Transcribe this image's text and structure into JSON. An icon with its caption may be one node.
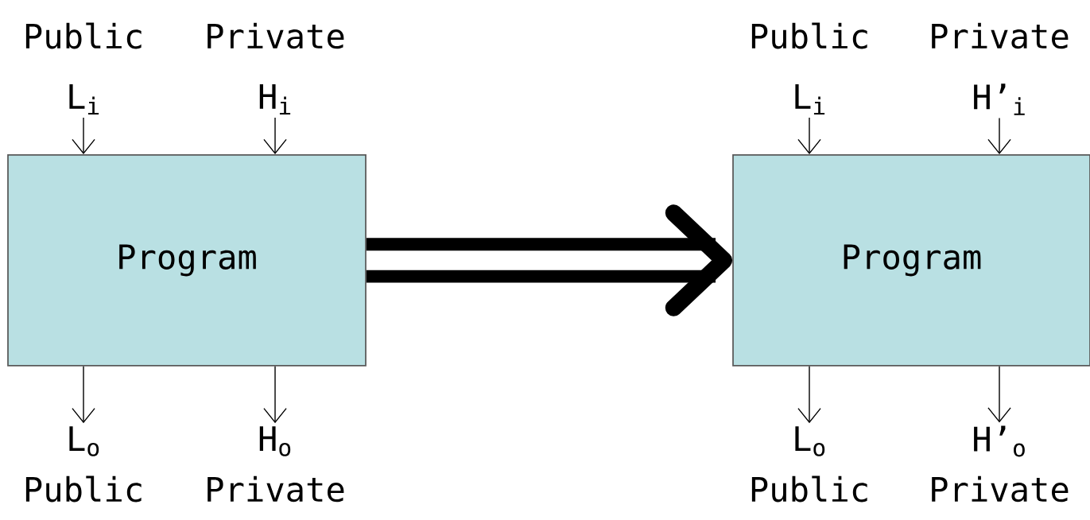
{
  "diagram": {
    "nodes": [
      {
        "text": [
          "Program"
        ]
      },
      {
        "text": [
          "L$_{i}$"
        ],
        "beside": [
          "Public"
        ]
      },
      {
        "text": [
          "H$_{i}$"
        ],
        "beside": [
          "Private"
        ]
      },
      {
        "text": [
          "L$_{o}$"
        ],
        "beside": [
          "Public"
        ]
      },
      {
        "text": [
          "H$_{o}$"
        ],
        "beside": [
          "Private"
        ]
      },
      {
        "text": [
          "Program"
        ]
      },
      {
        "text": [
          "L$_{i}$"
        ],
        "beside": [
          "Public"
        ]
      },
      {
        "text": [
          "H’$_{i}$"
        ],
        "beside": [
          "Private"
        ]
      },
      {
        "text": [
          "L$_{o}$"
        ],
        "beside": [
          "Public"
        ]
      },
      {
        "text": [
          "H’$_{o}$"
        ],
        "beside": [
          "Private"
        ]
      }
    ],
    "edges": [
      {
        "from": 1,
        "to": 0,
        "arrow": "to"
      },
      {
        "from": 2,
        "to": 0,
        "arrow": "to"
      },
      {
        "from": 0,
        "to": 3,
        "arrow": "to"
      },
      {
        "from": 0,
        "to": 4,
        "arrow": "to"
      },
      {
        "from": 0,
        "to": 5,
        "arrow": "to",
        "style": "thick"
      },
      {
        "from": 6,
        "to": 5,
        "arrow": "to"
      },
      {
        "from": 7,
        "to": 5,
        "arrow": "to"
      },
      {
        "from": 5,
        "to": 8,
        "arrow": "to"
      },
      {
        "from": 5,
        "to": 9,
        "arrow": "to"
      }
    ]
  }
}
